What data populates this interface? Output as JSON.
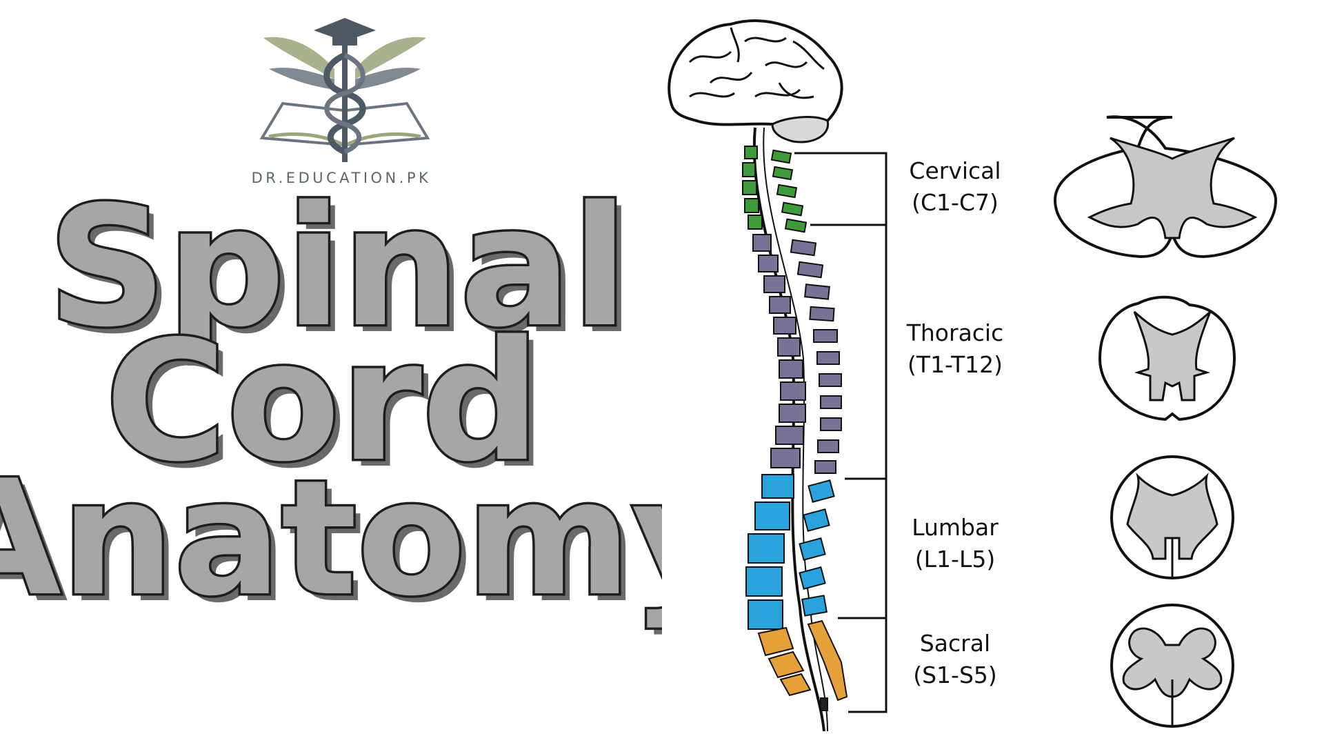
{
  "logo": {
    "text": "DR.EDUCATION.PK",
    "icon": "caduceus-graduation-cap-icon"
  },
  "title": {
    "line1": "Spinal",
    "line2": "Cord",
    "line3": "Anatomy"
  },
  "regions": [
    {
      "name": "Cervical",
      "range": "(C1-C7)",
      "color": "#3f9a3c"
    },
    {
      "name": "Thoracic",
      "range": "(T1-T12)",
      "color": "#7a7294"
    },
    {
      "name": "Lumbar",
      "range": "(L1-L5)",
      "color": "#2aa3dc"
    },
    {
      "name": "Sacral",
      "range": "(S1-S5)",
      "color": "#e6a03a"
    }
  ],
  "colors": {
    "title_fill": "#a6a6a6",
    "title_outline": "#1e1e1e",
    "gray_matter": "#c8c8c8"
  }
}
